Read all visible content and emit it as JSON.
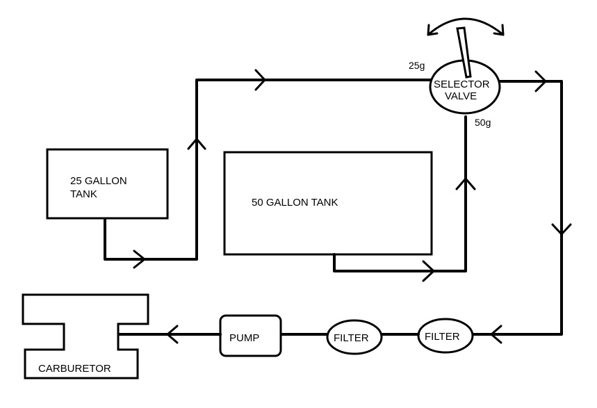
{
  "tank_25": {
    "line1": "25 GALLON",
    "line2": "TANK"
  },
  "tank_50": {
    "label": "50 GALLON TANK"
  },
  "selector_valve": {
    "line1": "SELECTOR",
    "line2": "VALVE",
    "port_25": "25g",
    "port_50": "50g"
  },
  "pump": {
    "label": "PUMP"
  },
  "filter_1": {
    "label": "FILTER"
  },
  "filter_2": {
    "label": "FILTER"
  },
  "carburetor": {
    "label": "CARBURETOR"
  },
  "colors": {
    "stroke": "#000000",
    "background": "#ffffff"
  }
}
